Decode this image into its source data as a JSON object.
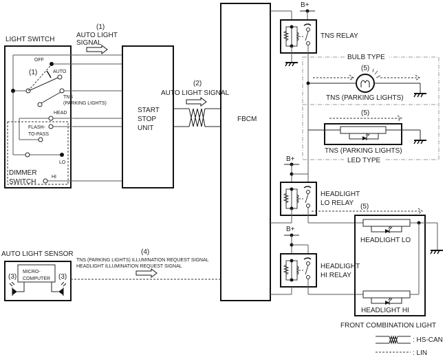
{
  "components": {
    "light_switch": {
      "title": "LIGHT SWITCH",
      "positions": {
        "off": "OFF",
        "auto": "AUTO",
        "tns": "TNS",
        "tns_sub": "(PARKING LIGHTS)",
        "head": "HEAD",
        "flash1": "FLASH-",
        "flash2": "TO-PASS",
        "lo": "LO",
        "hi": "HI"
      },
      "step": "(1)"
    },
    "dimmer_switch": {
      "line1": "DIMMER",
      "line2": "SWITCH"
    },
    "start_stop_unit": {
      "line1": "START",
      "line2": "STOP",
      "line3": "UNIT"
    },
    "fbcm": {
      "label": "FBCM"
    },
    "tns_relay": {
      "label": "TNS RELAY",
      "supply": "B+"
    },
    "headlight_lo_relay": {
      "line1": "HEADLIGHT",
      "line2": "LO RELAY",
      "supply": "B+"
    },
    "headlight_hi_relay": {
      "line1": "HEADLIGHT",
      "line2": "HI RELAY",
      "supply": "B+"
    },
    "bulb_type": {
      "title": "BULB TYPE",
      "step": "(5)",
      "label": "TNS (PARKING LIGHTS)"
    },
    "led_type": {
      "title": "LED TYPE",
      "step": "(5)",
      "label": "TNS (PARKING LIGHTS)"
    },
    "front_combination_light": {
      "title": "FRONT COMBINATION LIGHT",
      "lo": "HEADLIGHT LO",
      "hi": "HEADLIGHT HI",
      "step": "(5)"
    },
    "auto_light_sensor": {
      "title": "AUTO LIGHT SENSOR",
      "micro1": "MICRO-",
      "micro2": "COMPUTER",
      "left_step": "(3)",
      "right_step": "(3)"
    }
  },
  "signals": {
    "s1": {
      "step": "(1)",
      "line1": "AUTO LIGHT",
      "line2": "SIGNAL"
    },
    "s2": {
      "step": "(2)",
      "label": "AUTO LIGHT SIGNAL"
    },
    "s4": {
      "step": "(4)",
      "line1": "TNS (PARKING LIGHTS) ILLUMINATION REQUEST SIGNAL",
      "line2": "HEADLIGHT ILLUMINATION REQUEST SIGNAL"
    }
  },
  "legend": {
    "hs_can": ": HS-CAN",
    "lin": ": LIN"
  }
}
